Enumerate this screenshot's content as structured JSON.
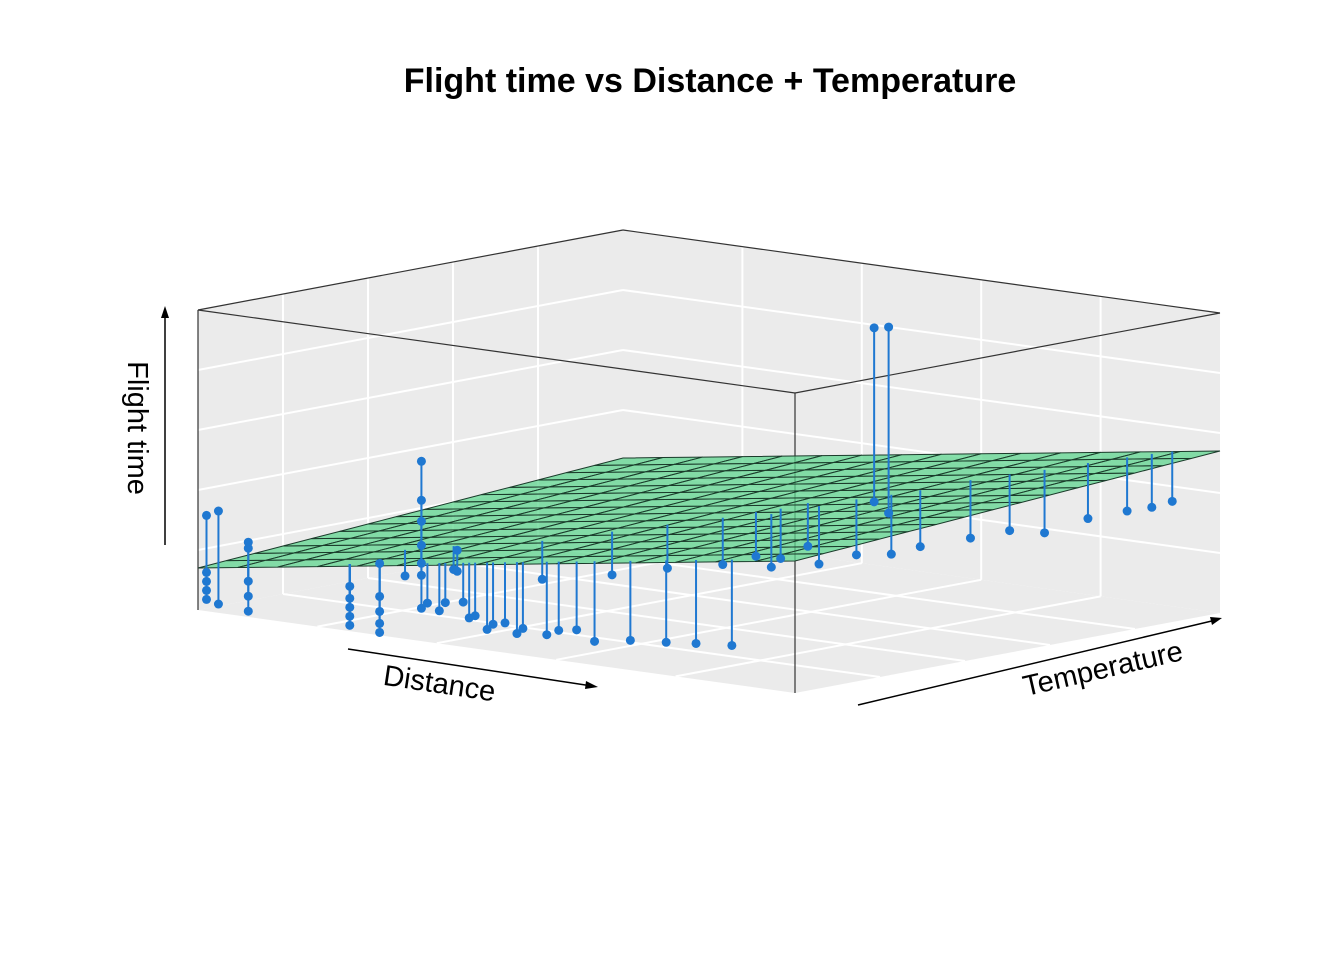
{
  "chart_data": {
    "type": "scatter",
    "title": "Flight time vs Distance + Temperature",
    "xlabel": "Distance",
    "ylabel": "Temperature",
    "zlabel": "Flight time",
    "tick_labels_shown": false,
    "grid": true,
    "panel_background": "#ebebeb",
    "grid_color": "#ffffff",
    "point_color": "#1f78d1",
    "surface_color": "#5fd68f",
    "surface_description": "fitted regression plane with residual lines from each point",
    "xlim": [
      0,
      1
    ],
    "ylim": [
      0,
      1
    ],
    "zlim": [
      0,
      1
    ],
    "plane": {
      "intercept": 0.14,
      "slope_x": 0.3,
      "slope_y": 0.1
    },
    "points": [
      {
        "x": 0.0,
        "y": 0.02,
        "z": 0.31
      },
      {
        "x": 0.0,
        "y": 0.02,
        "z": 0.12
      },
      {
        "x": 0.0,
        "y": 0.02,
        "z": 0.09
      },
      {
        "x": 0.0,
        "y": 0.02,
        "z": 0.06
      },
      {
        "x": 0.0,
        "y": 0.02,
        "z": 0.03
      },
      {
        "x": 0.02,
        "y": 0.02,
        "z": 0.33
      },
      {
        "x": 0.02,
        "y": 0.02,
        "z": 0.02
      },
      {
        "x": 0.07,
        "y": 0.02,
        "z": 0.24
      },
      {
        "x": 0.07,
        "y": 0.02,
        "z": 0.22
      },
      {
        "x": 0.07,
        "y": 0.02,
        "z": 0.11
      },
      {
        "x": 0.07,
        "y": 0.02,
        "z": 0.06
      },
      {
        "x": 0.07,
        "y": 0.02,
        "z": 0.01
      },
      {
        "x": 0.24,
        "y": 0.02,
        "z": 0.14
      },
      {
        "x": 0.24,
        "y": 0.02,
        "z": 0.1
      },
      {
        "x": 0.24,
        "y": 0.02,
        "z": 0.07
      },
      {
        "x": 0.24,
        "y": 0.02,
        "z": 0.04
      },
      {
        "x": 0.24,
        "y": 0.02,
        "z": 0.01
      },
      {
        "x": 0.29,
        "y": 0.02,
        "z": 0.12
      },
      {
        "x": 0.29,
        "y": 0.02,
        "z": 0.07
      },
      {
        "x": 0.29,
        "y": 0.02,
        "z": 0.03
      },
      {
        "x": 0.29,
        "y": 0.02,
        "z": 0.0
      },
      {
        "x": 0.29,
        "y": 0.02,
        "z": 0.23
      },
      {
        "x": 0.36,
        "y": 0.02,
        "z": 0.59
      },
      {
        "x": 0.36,
        "y": 0.02,
        "z": 0.46
      },
      {
        "x": 0.36,
        "y": 0.02,
        "z": 0.39
      },
      {
        "x": 0.36,
        "y": 0.02,
        "z": 0.31
      },
      {
        "x": 0.36,
        "y": 0.02,
        "z": 0.25
      },
      {
        "x": 0.36,
        "y": 0.02,
        "z": 0.21
      },
      {
        "x": 0.36,
        "y": 0.02,
        "z": 0.1
      },
      {
        "x": 0.37,
        "y": 0.02,
        "z": 0.12
      },
      {
        "x": 0.39,
        "y": 0.02,
        "z": 0.1
      },
      {
        "x": 0.4,
        "y": 0.02,
        "z": 0.13
      },
      {
        "x": 0.42,
        "y": 0.02,
        "z": 0.31
      },
      {
        "x": 0.42,
        "y": 0.02,
        "z": 0.24
      },
      {
        "x": 0.43,
        "y": 0.02,
        "z": 0.14
      },
      {
        "x": 0.44,
        "y": 0.02,
        "z": 0.09
      },
      {
        "x": 0.45,
        "y": 0.02,
        "z": 0.1
      },
      {
        "x": 0.47,
        "y": 0.02,
        "z": 0.06
      },
      {
        "x": 0.48,
        "y": 0.02,
        "z": 0.08
      },
      {
        "x": 0.5,
        "y": 0.02,
        "z": 0.09
      },
      {
        "x": 0.52,
        "y": 0.02,
        "z": 0.06
      },
      {
        "x": 0.53,
        "y": 0.02,
        "z": 0.08
      },
      {
        "x": 0.57,
        "y": 0.02,
        "z": 0.07
      },
      {
        "x": 0.59,
        "y": 0.02,
        "z": 0.09
      },
      {
        "x": 0.62,
        "y": 0.02,
        "z": 0.1
      },
      {
        "x": 0.65,
        "y": 0.02,
        "z": 0.07
      },
      {
        "x": 0.71,
        "y": 0.02,
        "z": 0.09
      },
      {
        "x": 0.77,
        "y": 0.02,
        "z": 0.1
      },
      {
        "x": 0.82,
        "y": 0.02,
        "z": 0.11
      },
      {
        "x": 0.88,
        "y": 0.02,
        "z": 0.12
      },
      {
        "x": 0.24,
        "y": 0.15,
        "z": 0.14
      },
      {
        "x": 0.3,
        "y": 0.18,
        "z": 0.17
      },
      {
        "x": 0.42,
        "y": 0.22,
        "z": 0.16
      },
      {
        "x": 0.48,
        "y": 0.3,
        "z": 0.17
      },
      {
        "x": 0.53,
        "y": 0.36,
        "z": 0.19
      },
      {
        "x": 0.58,
        "y": 0.42,
        "z": 0.2
      },
      {
        "x": 0.6,
        "y": 0.47,
        "z": 0.22
      },
      {
        "x": 0.62,
        "y": 0.5,
        "z": 0.21
      },
      {
        "x": 0.63,
        "y": 0.55,
        "z": 0.24
      },
      {
        "x": 0.64,
        "y": 0.45,
        "z": 0.2
      },
      {
        "x": 0.67,
        "y": 0.52,
        "z": 0.2
      },
      {
        "x": 0.69,
        "y": 0.58,
        "z": 0.22
      },
      {
        "x": 0.72,
        "y": 0.62,
        "z": 0.22
      },
      {
        "x": 0.74,
        "y": 0.66,
        "z": 0.24
      },
      {
        "x": 0.62,
        "y": 0.72,
        "z": 0.92
      },
      {
        "x": 0.63,
        "y": 0.74,
        "z": 0.92
      },
      {
        "x": 0.62,
        "y": 0.72,
        "z": 0.34
      },
      {
        "x": 0.63,
        "y": 0.74,
        "z": 0.3
      },
      {
        "x": 0.76,
        "y": 0.75,
        "z": 0.25
      },
      {
        "x": 0.79,
        "y": 0.8,
        "z": 0.27
      },
      {
        "x": 0.82,
        "y": 0.84,
        "z": 0.26
      },
      {
        "x": 0.85,
        "y": 0.9,
        "z": 0.3
      },
      {
        "x": 0.88,
        "y": 0.95,
        "z": 0.32
      },
      {
        "x": 0.9,
        "y": 0.98,
        "z": 0.33
      },
      {
        "x": 0.92,
        "y": 1.0,
        "z": 0.35
      }
    ]
  }
}
